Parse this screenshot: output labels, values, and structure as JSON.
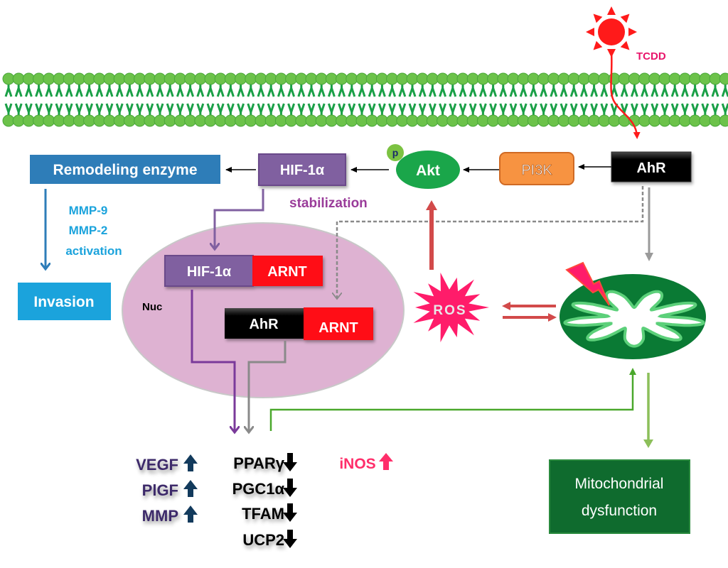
{
  "colors": {
    "membrane_head": "#6cc24a",
    "membrane_tail": "#1aa047",
    "tcdd": "#ff1a1a",
    "tcdd_label": "#e8156b",
    "remodeling_box": "#2e7db8",
    "invasion_box": "#1ba3dc",
    "mmp_text": "#1ba3dc",
    "hif_box": "#8060a0",
    "stabilization_text": "#9a3c9a",
    "akt": "#1aa64a",
    "p_badge": "#7cc242",
    "pi3k_box": "#f79341",
    "pi3k_border": "#d06a24",
    "ahr_box": "#000000",
    "arnt_box": "#ff0a14",
    "nucleus": "#deb2d2",
    "ros": "#ff1c6a",
    "ros_arrow": "#d24a4a",
    "mito_outer": "#0a7a34",
    "mito_inner": "#5cd07a",
    "lightning": "#ff1c6a",
    "mito_box": "#0f6b2e",
    "green_arrow": "#4aa82c",
    "light_green_arrow": "#8cbf5a",
    "gray_arrow": "#9a9a9a",
    "purple_line": "#7a3a9a",
    "up_arrow": "#123a5c",
    "ainos": "#ff2e6a",
    "dark_purple_text": "#3c2a6a"
  },
  "stimulus": {
    "label": "TCDD"
  },
  "nodes": {
    "remodeling": "Remodeling enzyme",
    "invasion": "Invasion",
    "hif_top": "HIF-1α",
    "akt": "Akt",
    "p_badge": "p",
    "pi3k": "PI3K",
    "ahr_top": "AhR",
    "nucleus_label": "Nuc",
    "hif_nuc": "HIF-1α",
    "arnt_1": "ARNT",
    "ahr_nuc": "AhR",
    "arnt_2": "ARNT",
    "ros": "ROS",
    "mito_dysfunction_line1": "Mitochondrial",
    "mito_dysfunction_line2": "dysfunction"
  },
  "annotations": {
    "mmp9": "MMP-9",
    "mmp2": "MMP-2",
    "activation": "activation",
    "stabilization": "stabilization"
  },
  "outcomes": {
    "up_left": [
      {
        "label": "VEGF",
        "direction": "up"
      },
      {
        "label": "PlGF",
        "direction": "up"
      },
      {
        "label": "MMP",
        "direction": "up"
      }
    ],
    "down_middle": [
      {
        "label": "PPARγ",
        "direction": "down"
      },
      {
        "label": "PGC1α",
        "direction": "down"
      },
      {
        "label": "TFAM",
        "direction": "down"
      },
      {
        "label": "UCP2",
        "direction": "down"
      }
    ],
    "inos": {
      "label": "iNOS",
      "direction": "up"
    }
  }
}
